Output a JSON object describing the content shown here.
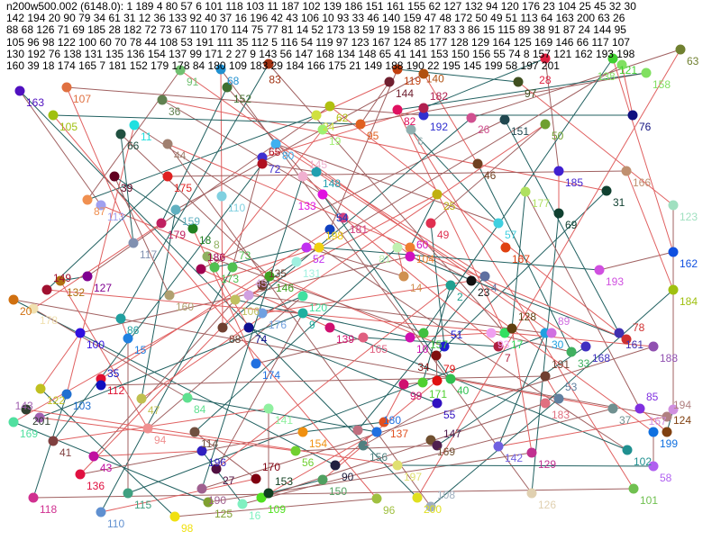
{
  "header": {
    "title": "n200w500.002 (6148.0):",
    "lines": [
      "1 189 4 80 57 6 101 118 103 11 187 102 139 186 151 161 155 62 127 132 94 120 176 23 104 25 45 32 30",
      "142 194 20 90 79 34 61 31 12 36 133 92 40 37 16 196 42 43 106 10 93 33 46 140 159 47 48 172 50 49 51 113 64 163 200 63 26",
      "88 68 126 71 69 185 28 182 72 73 67 110 170 114 75 77 81 14 52 173 13 59 19 158 82 17 83 3 86 15 115 89 38 91 87 24 144 95",
      "105 96 98 122 100 60 70 78 44 108 53 191 111 35 112 5 116 54 119 97 123 167 124 85 177 128 129 164 125 169 146 66 117 107",
      "130 192 76 138 131 135 136 154 137 99 171 2 27 9 143 56 147 168 134 148 65 41 141 153 150 156 55 74 8 157 121 162 193 198",
      "160 39 18 174 165 7 181 152 179 178 84 180 109 183 29 184 166 175 21 149 188 190 22 195 145 199 58 197 201"
    ]
  },
  "edge_colors": [
    "#206060",
    "#e06060",
    "#a06060"
  ],
  "nodes": [
    {
      "label": "163",
      "color": "#5010c0"
    },
    {
      "label": "107",
      "color": "#e07040"
    },
    {
      "label": "105",
      "color": "#a0c010"
    },
    {
      "label": "66",
      "color": "#205040"
    },
    {
      "label": "11",
      "color": "#20e0e0"
    },
    {
      "label": "36",
      "color": "#608050"
    },
    {
      "label": "91",
      "color": "#70c070"
    },
    {
      "label": "44",
      "color": "#a08070"
    },
    {
      "label": "39",
      "color": "#600020"
    },
    {
      "label": "175",
      "color": "#e02020"
    },
    {
      "label": "87",
      "color": "#f09050"
    },
    {
      "label": "113",
      "color": "#a0a0f0"
    },
    {
      "label": "159",
      "color": "#60b0c0"
    },
    {
      "label": "179",
      "color": "#c02060"
    },
    {
      "label": "117",
      "color": "#8090b0"
    },
    {
      "label": "18",
      "color": "#208020"
    },
    {
      "label": "173",
      "color": "#50c050"
    },
    {
      "label": "186",
      "color": "#a00050"
    },
    {
      "label": "127",
      "color": "#800090"
    },
    {
      "label": "132",
      "color": "#b07010"
    },
    {
      "label": "149",
      "color": "#a01030"
    },
    {
      "label": "178",
      "color": "#f0e0b0"
    },
    {
      "label": "86",
      "color": "#20a0a0"
    },
    {
      "label": "100",
      "color": "#3010e0"
    },
    {
      "label": "15",
      "color": "#2080e0"
    },
    {
      "label": "122",
      "color": "#c0c020"
    },
    {
      "label": "103",
      "color": "#2070d0"
    },
    {
      "label": "201",
      "color": "#304030"
    },
    {
      "label": "143",
      "color": "#a060b0"
    },
    {
      "label": "169",
      "color": "#50e0a0"
    },
    {
      "label": "41",
      "color": "#804040"
    },
    {
      "label": "43",
      "color": "#c010a0"
    },
    {
      "label": "136",
      "color": "#e01040"
    },
    {
      "label": "118",
      "color": "#d03090"
    },
    {
      "label": "115",
      "color": "#40a080"
    },
    {
      "label": "110",
      "color": "#6090d0"
    },
    {
      "label": "98",
      "color": "#f0e010"
    },
    {
      "label": "112",
      "color": "#e01030"
    },
    {
      "label": "35",
      "color": "#1010c0"
    },
    {
      "label": "47",
      "color": "#c0c050"
    },
    {
      "label": "94",
      "color": "#f09090"
    },
    {
      "label": "84",
      "color": "#60e090"
    },
    {
      "label": "190",
      "color": "#a06090"
    },
    {
      "label": "125",
      "color": "#80a030"
    },
    {
      "label": "16",
      "color": "#80f0c0"
    },
    {
      "label": "109",
      "color": "#50e020"
    },
    {
      "label": "153",
      "color": "#104020"
    },
    {
      "label": "170",
      "color": "#800010"
    },
    {
      "label": "27",
      "color": "#501040"
    },
    {
      "label": "196",
      "color": "#3020c0"
    },
    {
      "label": "114",
      "color": "#705040"
    },
    {
      "label": "141",
      "color": "#90f0a0"
    },
    {
      "label": "154",
      "color": "#f09010"
    },
    {
      "label": "56",
      "color": "#70d030"
    },
    {
      "label": "90",
      "color": "#202040"
    },
    {
      "label": "150",
      "color": "#50a060"
    },
    {
      "label": "1",
      "color": "#c07080"
    },
    {
      "label": "55",
      "color": "#3010c0"
    },
    {
      "label": "99",
      "color": "#d01070"
    },
    {
      "label": "171",
      "color": "#50d030"
    },
    {
      "label": "79",
      "color": "#e01010"
    },
    {
      "label": "40",
      "color": "#30c050"
    },
    {
      "label": "137",
      "color": "#e05020"
    },
    {
      "label": "180",
      "color": "#2070e0"
    },
    {
      "label": "156",
      "color": "#508080"
    },
    {
      "label": "197",
      "color": "#e0e070"
    },
    {
      "label": "169b",
      "color": "#705030"
    },
    {
      "label": "147",
      "color": "#502050"
    },
    {
      "label": "96",
      "color": "#a0c040"
    },
    {
      "label": "200",
      "color": "#e0e020"
    },
    {
      "label": "108",
      "color": "#a0b0c0"
    },
    {
      "label": "142",
      "color": "#7060e0"
    },
    {
      "label": "129",
      "color": "#c03090"
    },
    {
      "label": "126",
      "color": "#e0d0b0"
    },
    {
      "label": "101",
      "color": "#70c050"
    },
    {
      "label": "102",
      "color": "#209090"
    },
    {
      "label": "58",
      "color": "#b060f0"
    },
    {
      "label": "199",
      "color": "#1070e0"
    },
    {
      "label": "124",
      "color": "#804010"
    },
    {
      "label": "194",
      "color": "#b08080"
    },
    {
      "label": "167",
      "color": "#d090e0"
    },
    {
      "label": "37",
      "color": "#709090"
    },
    {
      "label": "85",
      "color": "#8030e0"
    },
    {
      "label": "183",
      "color": "#e07080"
    },
    {
      "label": "53",
      "color": "#6080a0"
    },
    {
      "label": "191",
      "color": "#704030"
    },
    {
      "label": "188",
      "color": "#9050b0"
    },
    {
      "label": "161",
      "color": "#4030b0"
    },
    {
      "label": "78",
      "color": "#d03030"
    },
    {
      "label": "168",
      "color": "#4030c0"
    },
    {
      "label": "33",
      "color": "#40b060"
    },
    {
      "label": "30",
      "color": "#20a0e0"
    },
    {
      "label": "89",
      "color": "#d070e0"
    },
    {
      "label": "162",
      "color": "#1050e0"
    },
    {
      "label": "184",
      "color": "#a0c010"
    },
    {
      "label": "193",
      "color": "#d050e0"
    },
    {
      "label": "123",
      "color": "#a0e0c0"
    },
    {
      "label": "31",
      "color": "#104030"
    },
    {
      "label": "69",
      "color": "#104030"
    },
    {
      "label": "185",
      "color": "#4020d0"
    },
    {
      "label": "166",
      "color": "#c09070"
    },
    {
      "label": "76",
      "color": "#101080"
    },
    {
      "label": "50",
      "color": "#70a030"
    },
    {
      "label": "63",
      "color": "#708030"
    },
    {
      "label": "158",
      "color": "#80e060"
    },
    {
      "label": "121",
      "color": "#40d030"
    },
    {
      "label": "28",
      "color": "#e02040"
    },
    {
      "label": "97",
      "color": "#405020"
    },
    {
      "label": "151",
      "color": "#204850"
    },
    {
      "label": "26",
      "color": "#d05090"
    },
    {
      "label": "192",
      "color": "#3030d0"
    },
    {
      "label": "82",
      "color": "#e01060"
    },
    {
      "label": "182",
      "color": "#b02050"
    },
    {
      "label": "144",
      "color": "#702030"
    },
    {
      "label": "119",
      "color": "#c04010"
    },
    {
      "label": "140",
      "color": "#b05010"
    },
    {
      "label": "6",
      "color": "#90b0b0"
    },
    {
      "label": "95",
      "color": "#e06020"
    },
    {
      "label": "46",
      "color": "#704020"
    },
    {
      "label": "25",
      "color": "#c0b010"
    },
    {
      "label": "177",
      "color": "#b0e060"
    },
    {
      "label": "57",
      "color": "#40d0e0"
    },
    {
      "label": "167b",
      "color": "#e04010"
    },
    {
      "label": "49",
      "color": "#e03050"
    },
    {
      "label": "23",
      "color": "#101010"
    },
    {
      "label": "4",
      "color": "#6070a0"
    },
    {
      "label": "2",
      "color": "#20a090"
    },
    {
      "label": "14",
      "color": "#d09050"
    },
    {
      "label": "104",
      "color": "#f08030"
    },
    {
      "label": "60",
      "color": "#d010c0"
    },
    {
      "label": "81",
      "color": "#c0f0b0"
    },
    {
      "label": "165",
      "color": "#e06080"
    },
    {
      "label": "10",
      "color": "#d010b0"
    },
    {
      "label": "51",
      "color": "#2020d0"
    },
    {
      "label": "34",
      "color": "#801010"
    },
    {
      "label": "7",
      "color": "#b02040"
    },
    {
      "label": "93",
      "color": "#f0a0f0"
    },
    {
      "label": "17",
      "color": "#30e060"
    },
    {
      "label": "128",
      "color": "#604010"
    },
    {
      "label": "157",
      "color": "#40c040"
    },
    {
      "label": "52",
      "color": "#c030f0"
    },
    {
      "label": "198",
      "color": "#f0d010"
    },
    {
      "label": "131",
      "color": "#a0f0e0"
    },
    {
      "label": "54",
      "color": "#1040c0"
    },
    {
      "label": "146",
      "color": "#40a020"
    },
    {
      "label": "135",
      "color": "#704030"
    },
    {
      "label": "120",
      "color": "#40e0a0"
    },
    {
      "label": "9",
      "color": "#20b0a0"
    },
    {
      "label": "139",
      "color": "#d01070"
    },
    {
      "label": "176",
      "color": "#70a0e0"
    },
    {
      "label": "106",
      "color": "#c0c060"
    },
    {
      "label": "45",
      "color": "#d0a0e0"
    },
    {
      "label": "88",
      "color": "#704030"
    },
    {
      "label": "74",
      "color": "#101090"
    },
    {
      "label": "174",
      "color": "#2070e0"
    },
    {
      "label": "68",
      "color": "#2090d0"
    },
    {
      "label": "83",
      "color": "#a03010"
    },
    {
      "label": "152",
      "color": "#407030"
    },
    {
      "label": "62",
      "color": "#b0c010"
    },
    {
      "label": "24",
      "color": "#d0e040"
    },
    {
      "label": "19",
      "color": "#a0f070"
    },
    {
      "label": "80",
      "color": "#40b0f0"
    },
    {
      "label": "72",
      "color": "#4030d0"
    },
    {
      "label": "65",
      "color": "#b01020"
    },
    {
      "label": "148",
      "color": "#20a0b0"
    },
    {
      "label": "145",
      "color": "#f0b0d0"
    },
    {
      "label": "133",
      "color": "#e010e0"
    },
    {
      "label": "181",
      "color": "#d04080"
    },
    {
      "label": "110b",
      "color": "#80d0e0"
    },
    {
      "label": "73",
      "color": "#50c050"
    },
    {
      "label": "8",
      "color": "#90b060"
    },
    {
      "label": "160",
      "color": "#b0a070"
    },
    {
      "label": "20",
      "color": "#d07010"
    },
    {
      "label": "138",
      "color": "#80e060"
    }
  ]
}
